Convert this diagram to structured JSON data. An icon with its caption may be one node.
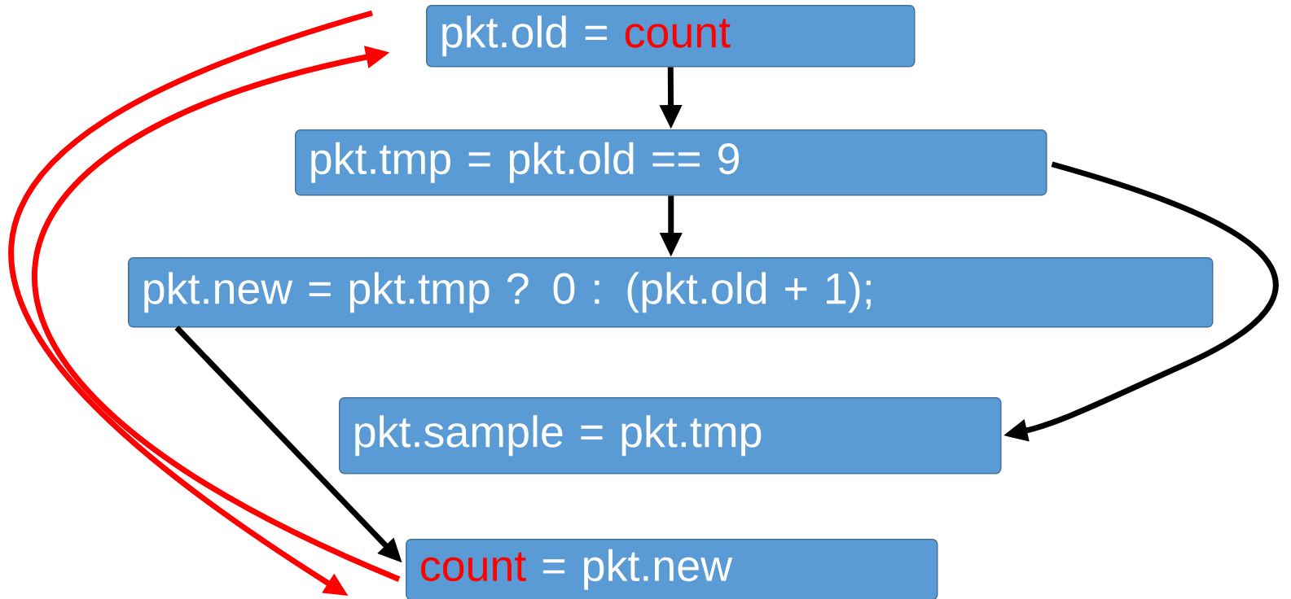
{
  "diagram": {
    "nodes": [
      {
        "text": [
          "pkt.old =",
          "count"
        ]
      },
      {
        "text": [
          "pkt.tmp = pkt.old == 9"
        ]
      },
      {
        "text": [
          "pkt.new = pkt.tmp ? 0 : (pkt.old + 1);"
        ]
      },
      {
        "text": [
          "pkt.sample = pkt.tmp"
        ]
      },
      {
        "text": [
          "count",
          "= pkt.new"
        ]
      }
    ],
    "edges": [
      {
        "from": 0,
        "to": 1,
        "arrow": "to"
      },
      {
        "from": 1,
        "to": 2,
        "arrow": "to"
      },
      {
        "from": 1,
        "to": 3,
        "arrow": "to"
      },
      {
        "from": 2,
        "to": 4,
        "arrow": "to"
      },
      {
        "from": 4,
        "to": 0,
        "arrow": "to",
        "color": "#ff0000"
      },
      {
        "from": 0,
        "to": 4,
        "arrow": "to",
        "color": "#ff0000"
      }
    ]
  }
}
